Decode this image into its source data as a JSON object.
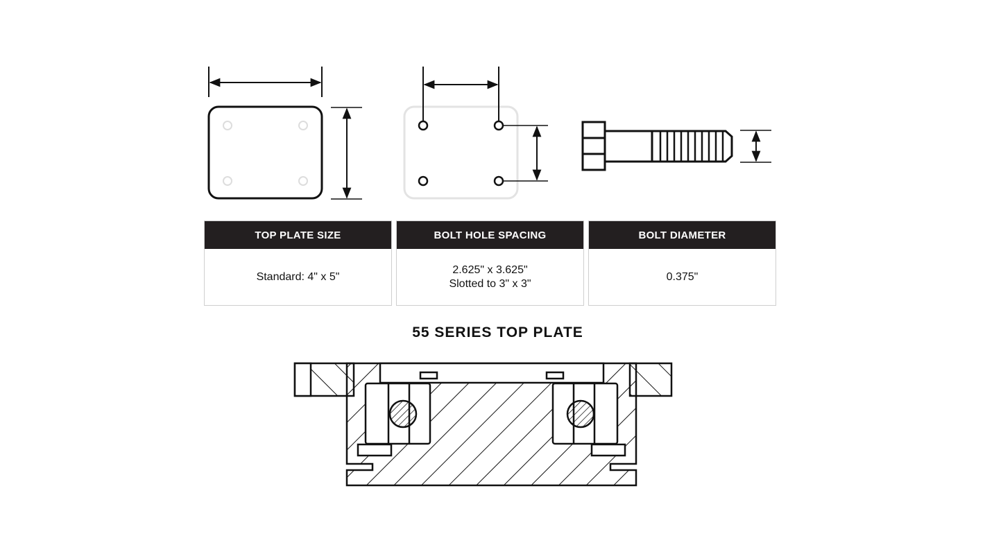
{
  "specs": [
    {
      "header": "TOP PLATE SIZE",
      "lines": [
        "Standard: 4\" x 5\""
      ]
    },
    {
      "header": "BOLT HOLE SPACING",
      "lines": [
        "2.625\" x 3.625\"",
        "Slotted to 3\" x 3\""
      ]
    },
    {
      "header": "BOLT DIAMETER",
      "lines": [
        "0.375\""
      ]
    }
  ],
  "section_title": "55 SERIES TOP PLATE"
}
